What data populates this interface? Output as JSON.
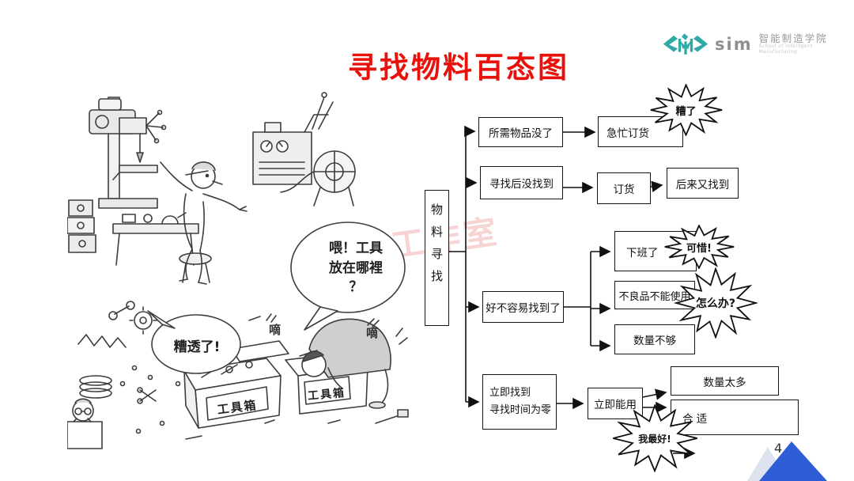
{
  "slide": {
    "title": "寻找物料百态图",
    "page_number": "4"
  },
  "logo": {
    "abbr": "sim",
    "name": "智能制造学院",
    "tagline": "School of Intelligent Manufacturing"
  },
  "watermark": {
    "text": "工作室"
  },
  "cartoon": {
    "bubble_main_line1": "喂！工具",
    "bubble_main_line2": "放在哪裡",
    "bubble_main_line3": "？",
    "bubble_left": "糟透了!",
    "sfx_left": "嘀",
    "sfx_right": "嘀",
    "toolbox_label_a": "工具箱",
    "toolbox_label_b": "工具箱"
  },
  "flowchart": {
    "root_label": "物料寻找",
    "boxes": [
      {
        "label": "所需物品没了"
      },
      {
        "label": "急忙订货"
      },
      {
        "label": "寻找后没找到"
      },
      {
        "label": "订货"
      },
      {
        "label": "后来又找到"
      },
      {
        "label": "好不容易找到了"
      },
      {
        "label": "下班了"
      },
      {
        "label": "不良品不能使用"
      },
      {
        "label": "数量不够"
      },
      {
        "line1": "立即找到",
        "line2": "寻找时间为零"
      },
      {
        "label": "立即能用"
      },
      {
        "label": "数量太多"
      },
      {
        "label": "合 适"
      }
    ],
    "bursts": [
      {
        "label": "糟了"
      },
      {
        "label": "可惜!"
      },
      {
        "label": "怎么办?"
      },
      {
        "label": "我最好!"
      }
    ]
  }
}
